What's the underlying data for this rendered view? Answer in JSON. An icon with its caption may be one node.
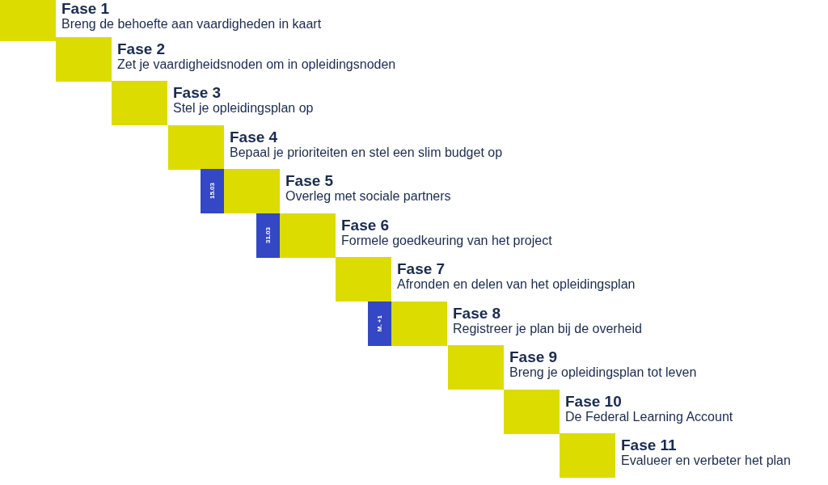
{
  "diagram": {
    "nodes": [
      {
        "text": [
          "Fase 1",
          "Breng de behoefte aan vaardigheden in kaart"
        ]
      },
      {
        "text": [
          "Fase 2",
          "Zet je vaardigheidsnoden om in opleidingsnoden"
        ]
      },
      {
        "text": [
          "Fase 3",
          "Stel je opleidingsplan op"
        ]
      },
      {
        "text": [
          "Fase 4",
          "Bepaal je prioriteiten en stel een slim budget op"
        ]
      },
      {
        "text": [
          "Fase 5",
          "Overleg met sociale partners"
        ],
        "beside": [
          "15.03"
        ]
      },
      {
        "text": [
          "Fase 6",
          "Formele goedkeuring van het project"
        ],
        "beside": [
          "31.03"
        ]
      },
      {
        "text": [
          "Fase 7",
          "Afronden en delen van het opleidingsplan"
        ]
      },
      {
        "text": [
          "Fase 8",
          "Registreer je plan bij de overheid"
        ],
        "beside": [
          "M. +1"
        ]
      },
      {
        "text": [
          "Fase 9",
          "Breng je opleidingsplan tot leven"
        ]
      },
      {
        "text": [
          "Fase 10",
          "De Federal Learning Account"
        ]
      },
      {
        "text": [
          "Fase 11",
          "Evalueer en verbeter het plan"
        ]
      }
    ]
  }
}
